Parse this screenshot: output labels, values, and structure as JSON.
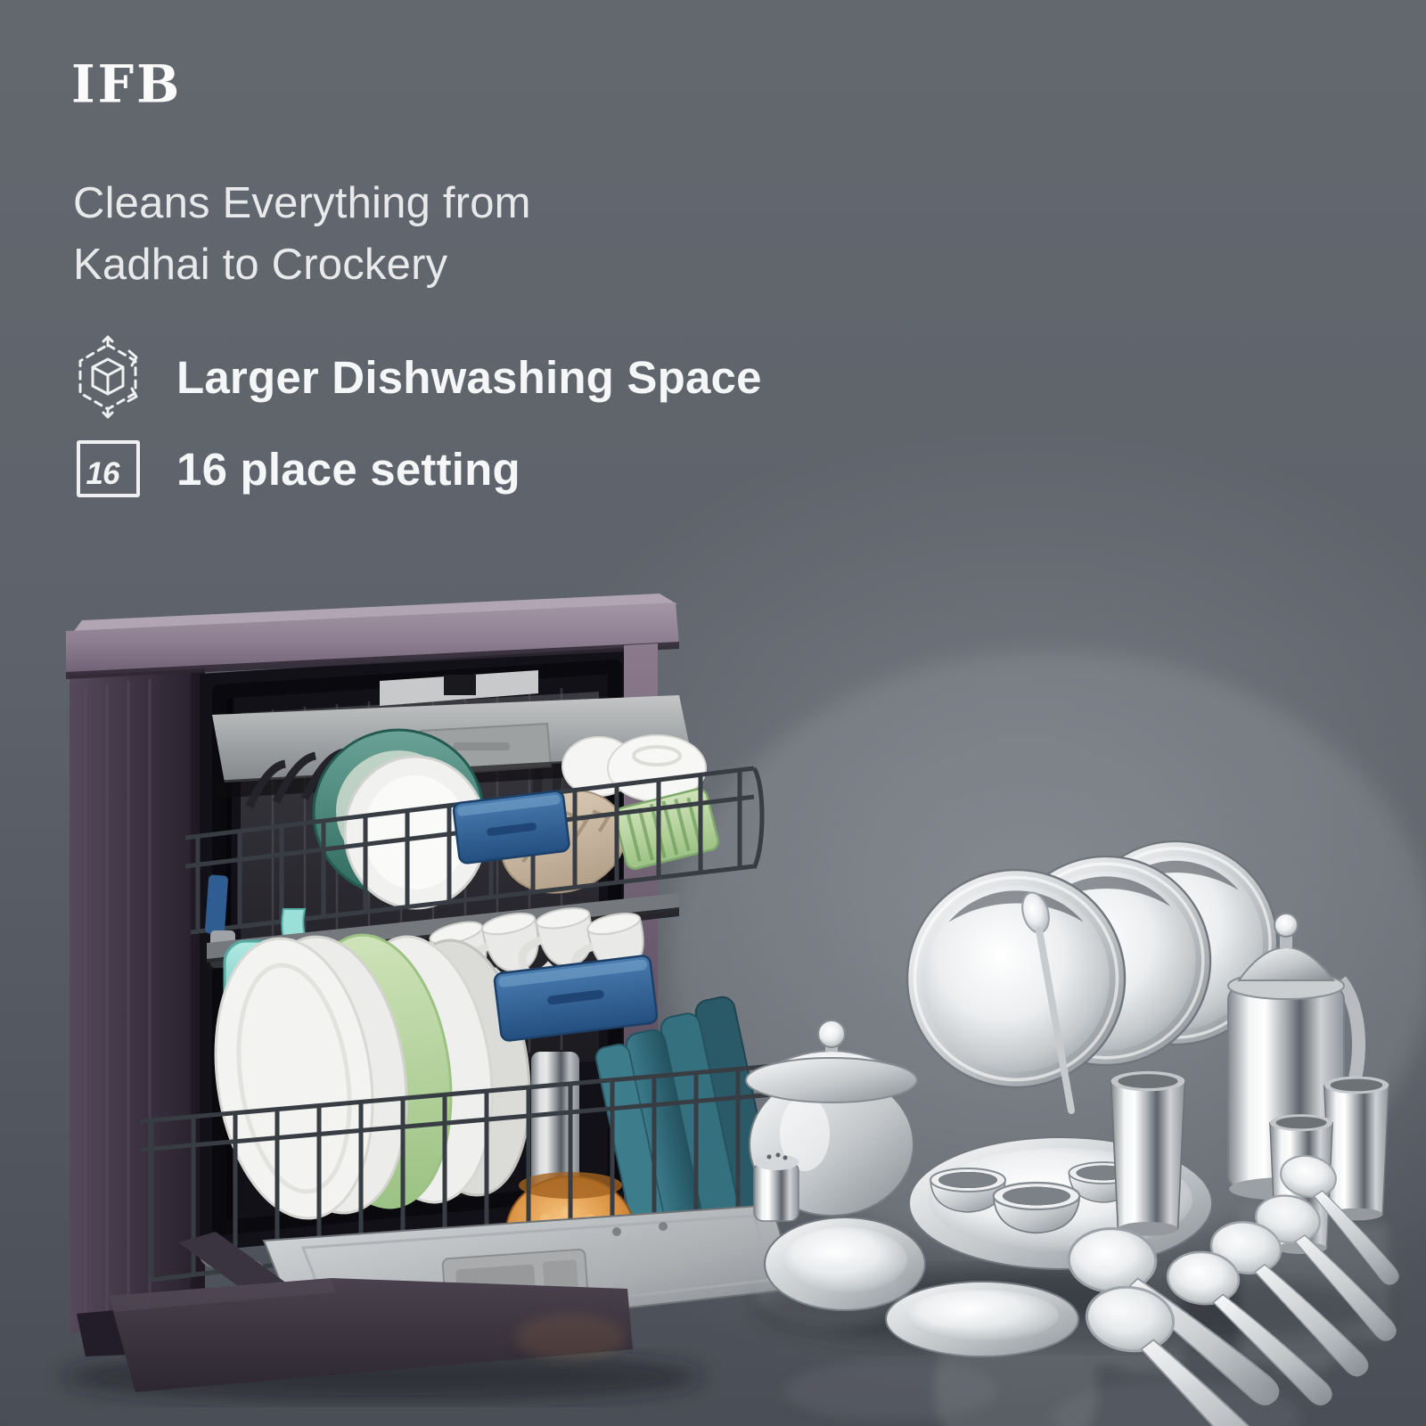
{
  "brand": {
    "logo_text": "IFB"
  },
  "headline": {
    "line1": "Cleans Everything from",
    "line2": "Kadhai to Crockery"
  },
  "features": [
    {
      "icon": "expand-cube-icon",
      "label": "Larger Dishwashing Space"
    },
    {
      "icon": "sixteen-place-badge-icon",
      "badge": "16",
      "label": "16 place setting"
    }
  ],
  "colors": {
    "background_top": "#63686f",
    "background_glow": "#969ba2",
    "background_bottom": "#4a4e56",
    "headline_text": "#e7e9eb",
    "feature_text": "#f5f6f7",
    "brand_text": "#fbfbfc",
    "dishwasher_top_panel": "#9d8e9f",
    "dishwasher_side": "#473b4b",
    "basket_handle_blue": "#33639c",
    "copper_pot": "#cd873f",
    "teal_tray": "#2f6374",
    "stainless_steel": "#d8dbde"
  }
}
